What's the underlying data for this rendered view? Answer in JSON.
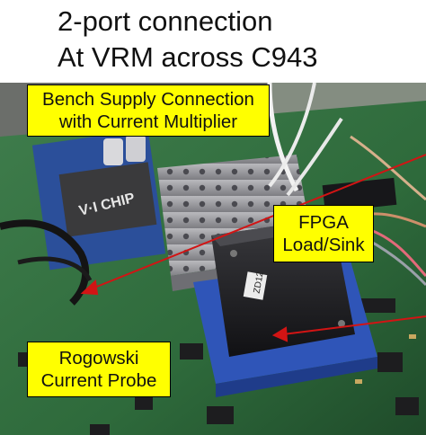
{
  "title": {
    "line1": "2-port connection",
    "line2": "At VRM across C943"
  },
  "callouts": {
    "bench_supply": {
      "line1": "Bench Supply Connection",
      "line2": "with Current Multiplier"
    },
    "fpga": {
      "line1": "FPGA",
      "line2": "Load/Sink"
    },
    "rogowski": {
      "line1": "Rogowski",
      "line2": "Current Probe"
    }
  },
  "photo": {
    "module_brand_text": "V·I CHIP",
    "fan_label_text": "ZD12",
    "colors": {
      "pcb_green": "#2f6a3a",
      "callout_yellow": "#ffff00",
      "arrow_red": "#d21414",
      "socket_blue": "#2f55b8"
    }
  }
}
